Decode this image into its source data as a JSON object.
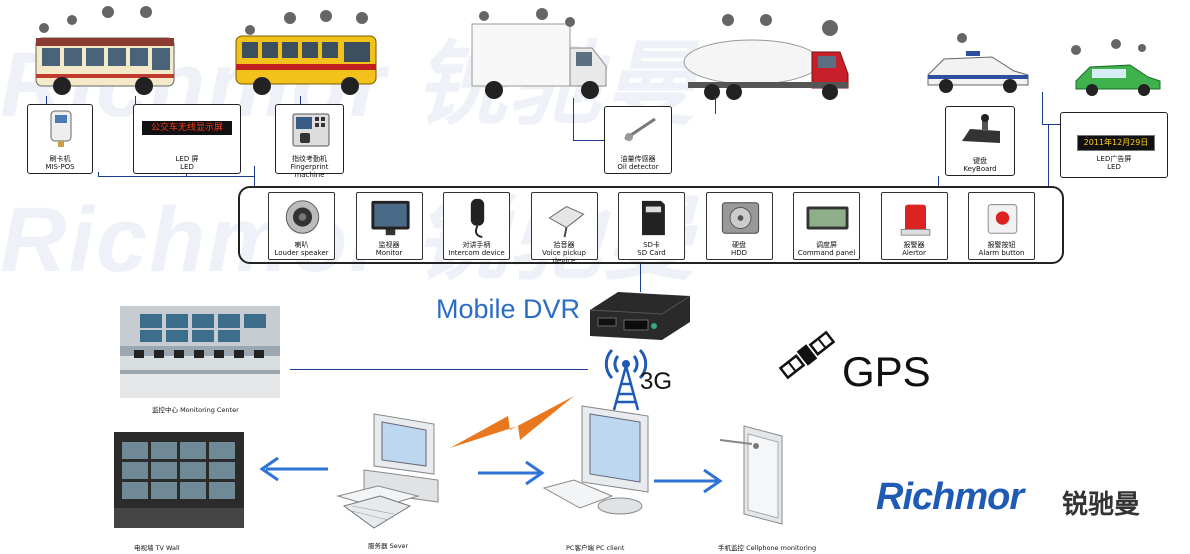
{
  "watermark": {
    "line1": "Richmor 锐驰曼",
    "line2": "Richmor 锐驰曼"
  },
  "top_devices": [
    {
      "cn": "刷卡机",
      "en": "MIS-POS"
    },
    {
      "cn": "LED 屏",
      "en": "LED",
      "screen_text": "公交车无线显示屏"
    },
    {
      "cn": "指纹考勤机",
      "en": "Fingerprint machine"
    },
    {
      "cn": "油量传感器",
      "en": "Oil detector"
    },
    {
      "cn": "键盘",
      "en": "KeyBoard"
    },
    {
      "cn": "LED广告屏",
      "en": "LED",
      "screen_text": "2011年12月29日"
    }
  ],
  "bus_devices": [
    {
      "cn": "喇叭",
      "en": "Louder speaker",
      "icon": "speaker-icon"
    },
    {
      "cn": "监视器",
      "en": "Monitor",
      "icon": "monitor-icon"
    },
    {
      "cn": "对讲手柄",
      "en": "Intercom device",
      "icon": "intercom-icon"
    },
    {
      "cn": "拾音器",
      "en": "Voice pickup device",
      "icon": "pickup-icon"
    },
    {
      "cn": "SD卡",
      "en": "SD Card",
      "icon": "sd-card-icon"
    },
    {
      "cn": "硬盘",
      "en": "HDD",
      "icon": "hdd-icon"
    },
    {
      "cn": "调度屏",
      "en": "Command panel",
      "icon": "command-panel-icon"
    },
    {
      "cn": "报警器",
      "en": "Alertor",
      "icon": "alertor-icon"
    },
    {
      "cn": "报警按钮",
      "en": "Alarm button",
      "icon": "alarm-button-icon"
    }
  ],
  "center": {
    "dvr_label": "Mobile DVR",
    "network_label": "3G",
    "gps_label": "GPS"
  },
  "bottom": {
    "monitoring_center": "监控中心 Monitoring Center",
    "tv_wall": "电视墙 TV Wall",
    "server": "服务器 Sever",
    "pc_client": "PC客户端 PC client",
    "cellphone": "手机监控 Cellphone monitoring"
  },
  "brand": {
    "name_en": "Richmor",
    "name_cn": "锐驰曼"
  },
  "colors": {
    "line": "#1a3c8c",
    "accent_blue": "#1f5bb5",
    "arrow": "#2e73d6",
    "lightning": "#e8771e",
    "dvr_text": "#2b6cc4"
  }
}
